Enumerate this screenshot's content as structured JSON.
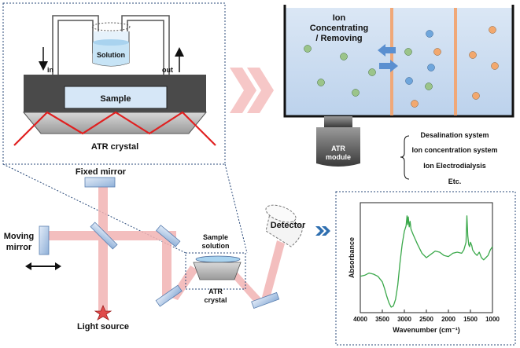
{
  "atr_cell": {
    "solution_label": "Solution",
    "in_label": "in",
    "out_label": "out",
    "sample_label": "Sample",
    "crystal_label": "ATR crystal"
  },
  "tank": {
    "ion_label_line1": "Ion",
    "ion_label_line2": "Concentrating",
    "ion_label_line3": "/ Removing",
    "module_label_line1": "ATR",
    "module_label_line2": "module",
    "applications": [
      "Desalination system",
      "Ion concentration system",
      "Ion Electrodialysis",
      "Etc."
    ]
  },
  "optics": {
    "fixed_mirror": "Fixed mirror",
    "moving_mirror_line1": "Moving",
    "moving_mirror_line2": "mirror",
    "light_source": "Light source",
    "sample_solution_line1": "Sample",
    "sample_solution_line2": "solution",
    "atr_crystal_line1": "ATR",
    "atr_crystal_line2": "crystal",
    "detector": "Detector"
  },
  "chart_data": {
    "type": "line",
    "xlabel": "Wavenumber (cm⁻¹)",
    "ylabel": "Absorbance",
    "x_reversed": true,
    "xlim": [
      4000,
      1000
    ],
    "ylim": [
      0,
      1
    ],
    "x_ticks": [
      "4000",
      "3500",
      "3000",
      "2500",
      "2000",
      "1500",
      "1000"
    ],
    "series": [
      {
        "color": "#3aa84a",
        "x": [
          4000,
          3900,
          3800,
          3700,
          3600,
          3500,
          3450,
          3400,
          3350,
          3300,
          3250,
          3200,
          3150,
          3100,
          3050,
          3000,
          2960,
          2940,
          2925,
          2910,
          2890,
          2870,
          2850,
          2800,
          2700,
          2600,
          2500,
          2400,
          2300,
          2200,
          2100,
          2000,
          1900,
          1800,
          1700,
          1650,
          1600,
          1580,
          1560,
          1540,
          1520,
          1500,
          1470,
          1450,
          1400,
          1350,
          1300,
          1250,
          1200,
          1150,
          1100,
          1050,
          1000
        ],
        "y": [
          0.33,
          0.34,
          0.36,
          0.35,
          0.33,
          0.28,
          0.22,
          0.15,
          0.09,
          0.05,
          0.06,
          0.12,
          0.25,
          0.45,
          0.62,
          0.74,
          0.79,
          0.88,
          0.8,
          0.87,
          0.78,
          0.83,
          0.76,
          0.71,
          0.62,
          0.54,
          0.5,
          0.53,
          0.56,
          0.55,
          0.52,
          0.51,
          0.54,
          0.55,
          0.54,
          0.57,
          0.64,
          0.88,
          0.7,
          0.62,
          0.6,
          0.64,
          0.61,
          0.57,
          0.54,
          0.52,
          0.55,
          0.5,
          0.48,
          0.5,
          0.52,
          0.57,
          0.6
        ]
      }
    ]
  }
}
